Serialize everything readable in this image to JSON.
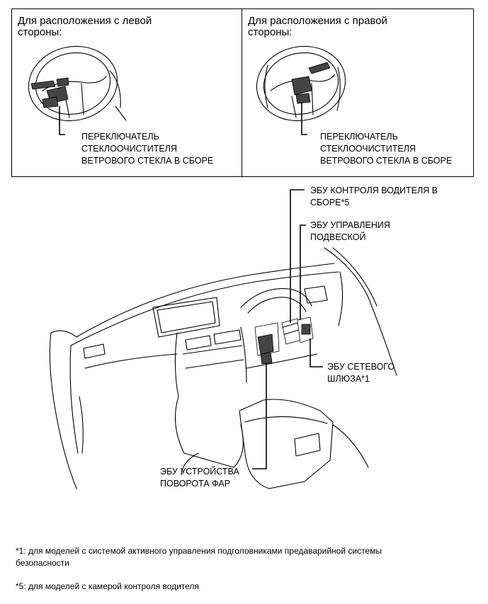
{
  "panels": {
    "left": {
      "title": "Для расположения с левой\nстороны:",
      "label": "ПЕРЕКЛЮЧАТЕЛЬ\nСТЕКЛООЧИСТИТЕЛЯ\nВЕТРОВОГО СТЕКЛА В СБОРЕ"
    },
    "right": {
      "title": "Для расположения с правой\nстороны:",
      "label": "ПЕРЕКЛЮЧАТЕЛЬ\nСТЕКЛООЧИСТИТЕЛЯ\nВЕТРОВОГО СТЕКЛА В СБОРЕ"
    }
  },
  "callouts": {
    "driver_monitor": "ЭБУ КОНТРОЛЯ ВОДИТЕЛЯ В\nСБОРЕ*5",
    "suspension": "ЭБУ УПРАВЛЕНИЯ\nПОДВЕСКОЙ",
    "gateway": "ЭБУ СЕТЕВОГО\nШЛЮЗА*1",
    "headlight_swivel": "ЭБУ УСТРОЙСТВА\nПОВОРОТА ФАР"
  },
  "footnotes": [
    "*1: для моделей с системой активного управления подголовниками предаварийной системы\nбезопасности",
    "*5: для моделей с камерой контроля водителя"
  ]
}
